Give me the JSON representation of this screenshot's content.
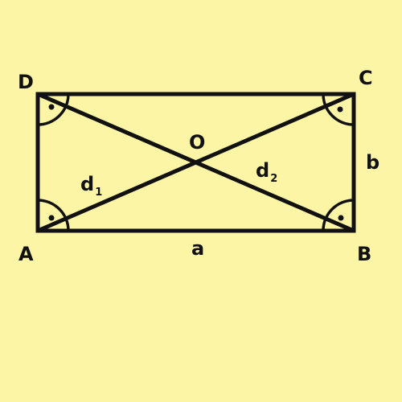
{
  "vertices": {
    "A": "A",
    "B": "B",
    "C": "C",
    "D": "D"
  },
  "center": "O",
  "sides": {
    "a": "a",
    "b": "b"
  },
  "diagonals": {
    "d1": {
      "base": "d",
      "sub": "1"
    },
    "d2": {
      "base": "d",
      "sub": "2"
    }
  },
  "colors": {
    "background": "#fdf5a6",
    "stroke": "#111111"
  }
}
